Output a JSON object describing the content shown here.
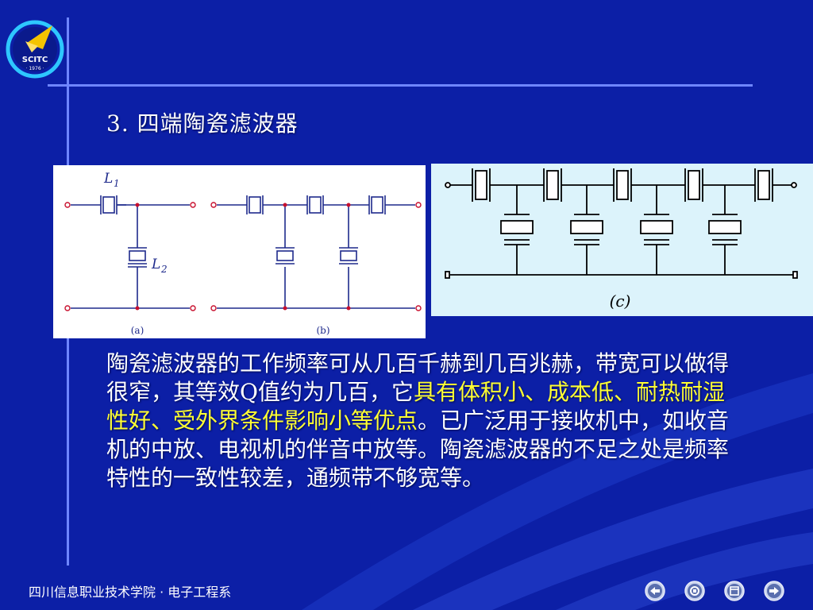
{
  "slide": {
    "title": "3. 四端陶瓷滤波器",
    "logo_text": "SCITC",
    "logo_year": "· 1976 ·"
  },
  "circuits": {
    "label_L1": "L",
    "label_L1_sub": "1",
    "label_L2": "L",
    "label_L2_sub": "2",
    "caption_a": "(a)",
    "caption_b": "(b)",
    "caption_c": "(c)"
  },
  "body": {
    "part1": "陶瓷滤波器的工作频率可从几百千赫到几百兆赫，带宽可以做得很窄，其等效Q值约为几百，它",
    "highlight": "具有体积小、成本低、耐热耐湿性好、受外界条件影响小等优点",
    "part2": "。已广泛用于接收机中，如收音机的中放、电视机的伴音中放等。陶瓷滤波器的不足之处是频率特性的一致性较差，通频带不够宽等。"
  },
  "footer": {
    "text": "四川信息职业技术学院 · 电子工程系"
  },
  "nav": {
    "back_icon": "arrow-left-icon",
    "home_icon": "home-icon",
    "menu_icon": "menu-icon",
    "next_icon": "arrow-right-icon"
  },
  "colors": {
    "background": "#0c1fa6",
    "accent_line": "#6f86ff",
    "highlight": "#ffff33",
    "panel_c_bg": "#dcf3fb",
    "wire_red": "#c8102e"
  }
}
